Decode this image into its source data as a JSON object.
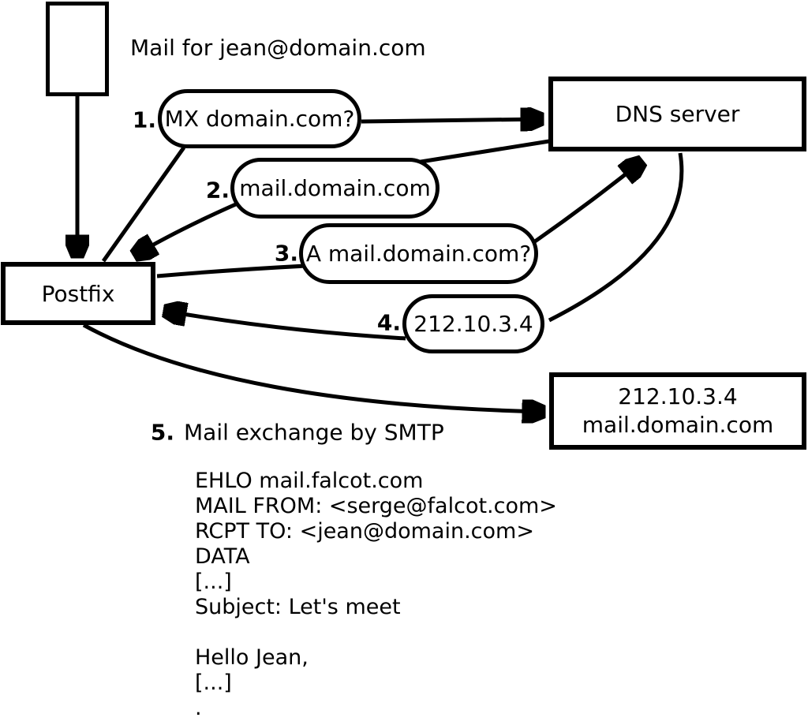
{
  "annotations": {
    "mail_note": "Mail for jean@domain.com",
    "smtp_step_num": "5.",
    "smtp_note": "Mail exchange by SMTP"
  },
  "nodes": {
    "postfix": "Postfix",
    "dns_server": "DNS server",
    "target_ip": "212.10.3.4",
    "target_host": "mail.domain.com"
  },
  "exchanges": [
    {
      "num": "1.",
      "label": "MX domain.com?"
    },
    {
      "num": "2.",
      "label": "mail.domain.com"
    },
    {
      "num": "3.",
      "label": "A mail.domain.com?"
    },
    {
      "num": "4.",
      "label": "212.10.3.4"
    }
  ],
  "smtp_transcript": [
    "EHLO mail.falcot.com",
    "MAIL FROM: <serge@falcot.com>",
    "RCPT TO: <jean@domain.com>",
    "DATA",
    "[...]",
    "Subject: Let's meet",
    "",
    "Hello Jean,",
    "[...]",
    "."
  ],
  "colors": {
    "stroke": "#000000",
    "background": "#ffffff"
  }
}
